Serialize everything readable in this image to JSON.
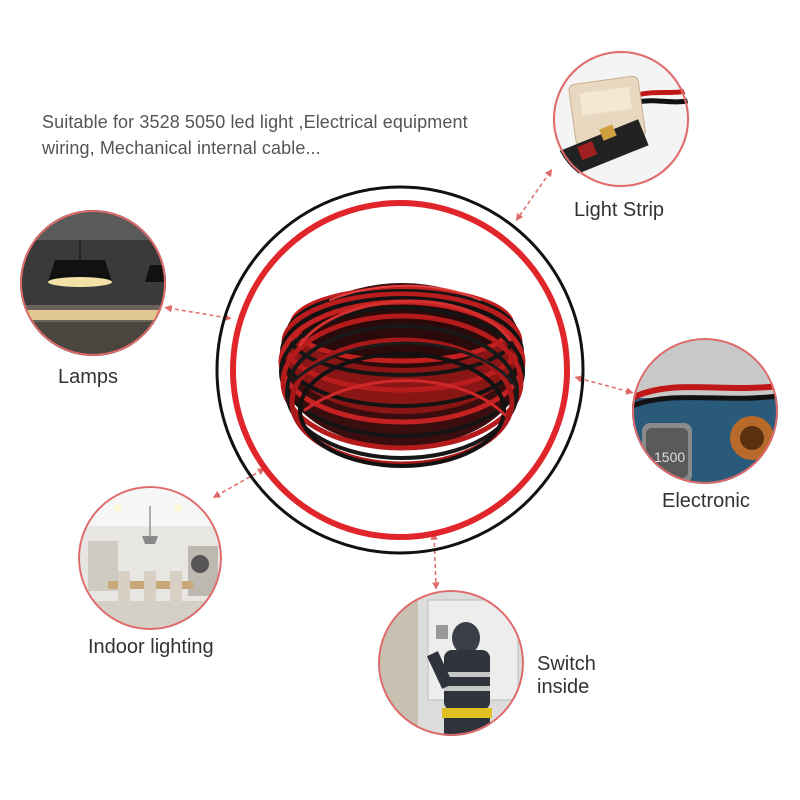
{
  "intro": {
    "line1": "Suitable for 3528 5050 led light ,Electrical equipment",
    "line2": "wiring, Mechanical internal cable..."
  },
  "applications": [
    {
      "label": "Light Strip",
      "icon": "led-strip-connector-image"
    },
    {
      "label": "Lamps",
      "icon": "pendant-lamp-image"
    },
    {
      "label": "Electronic",
      "icon": "circuit-board-image"
    },
    {
      "label": "Indoor lighting",
      "icon": "dining-room-image"
    },
    {
      "label": "Switch",
      "label2": "inside",
      "icon": "electrician-image"
    }
  ],
  "colors": {
    "accent": "#e0262b",
    "ring": "#111111",
    "wire_red": "#b81c1c",
    "wire_black": "#1a1a1a",
    "connector": "#e06a6a",
    "label_text": "#333333",
    "intro_text": "#555555"
  }
}
